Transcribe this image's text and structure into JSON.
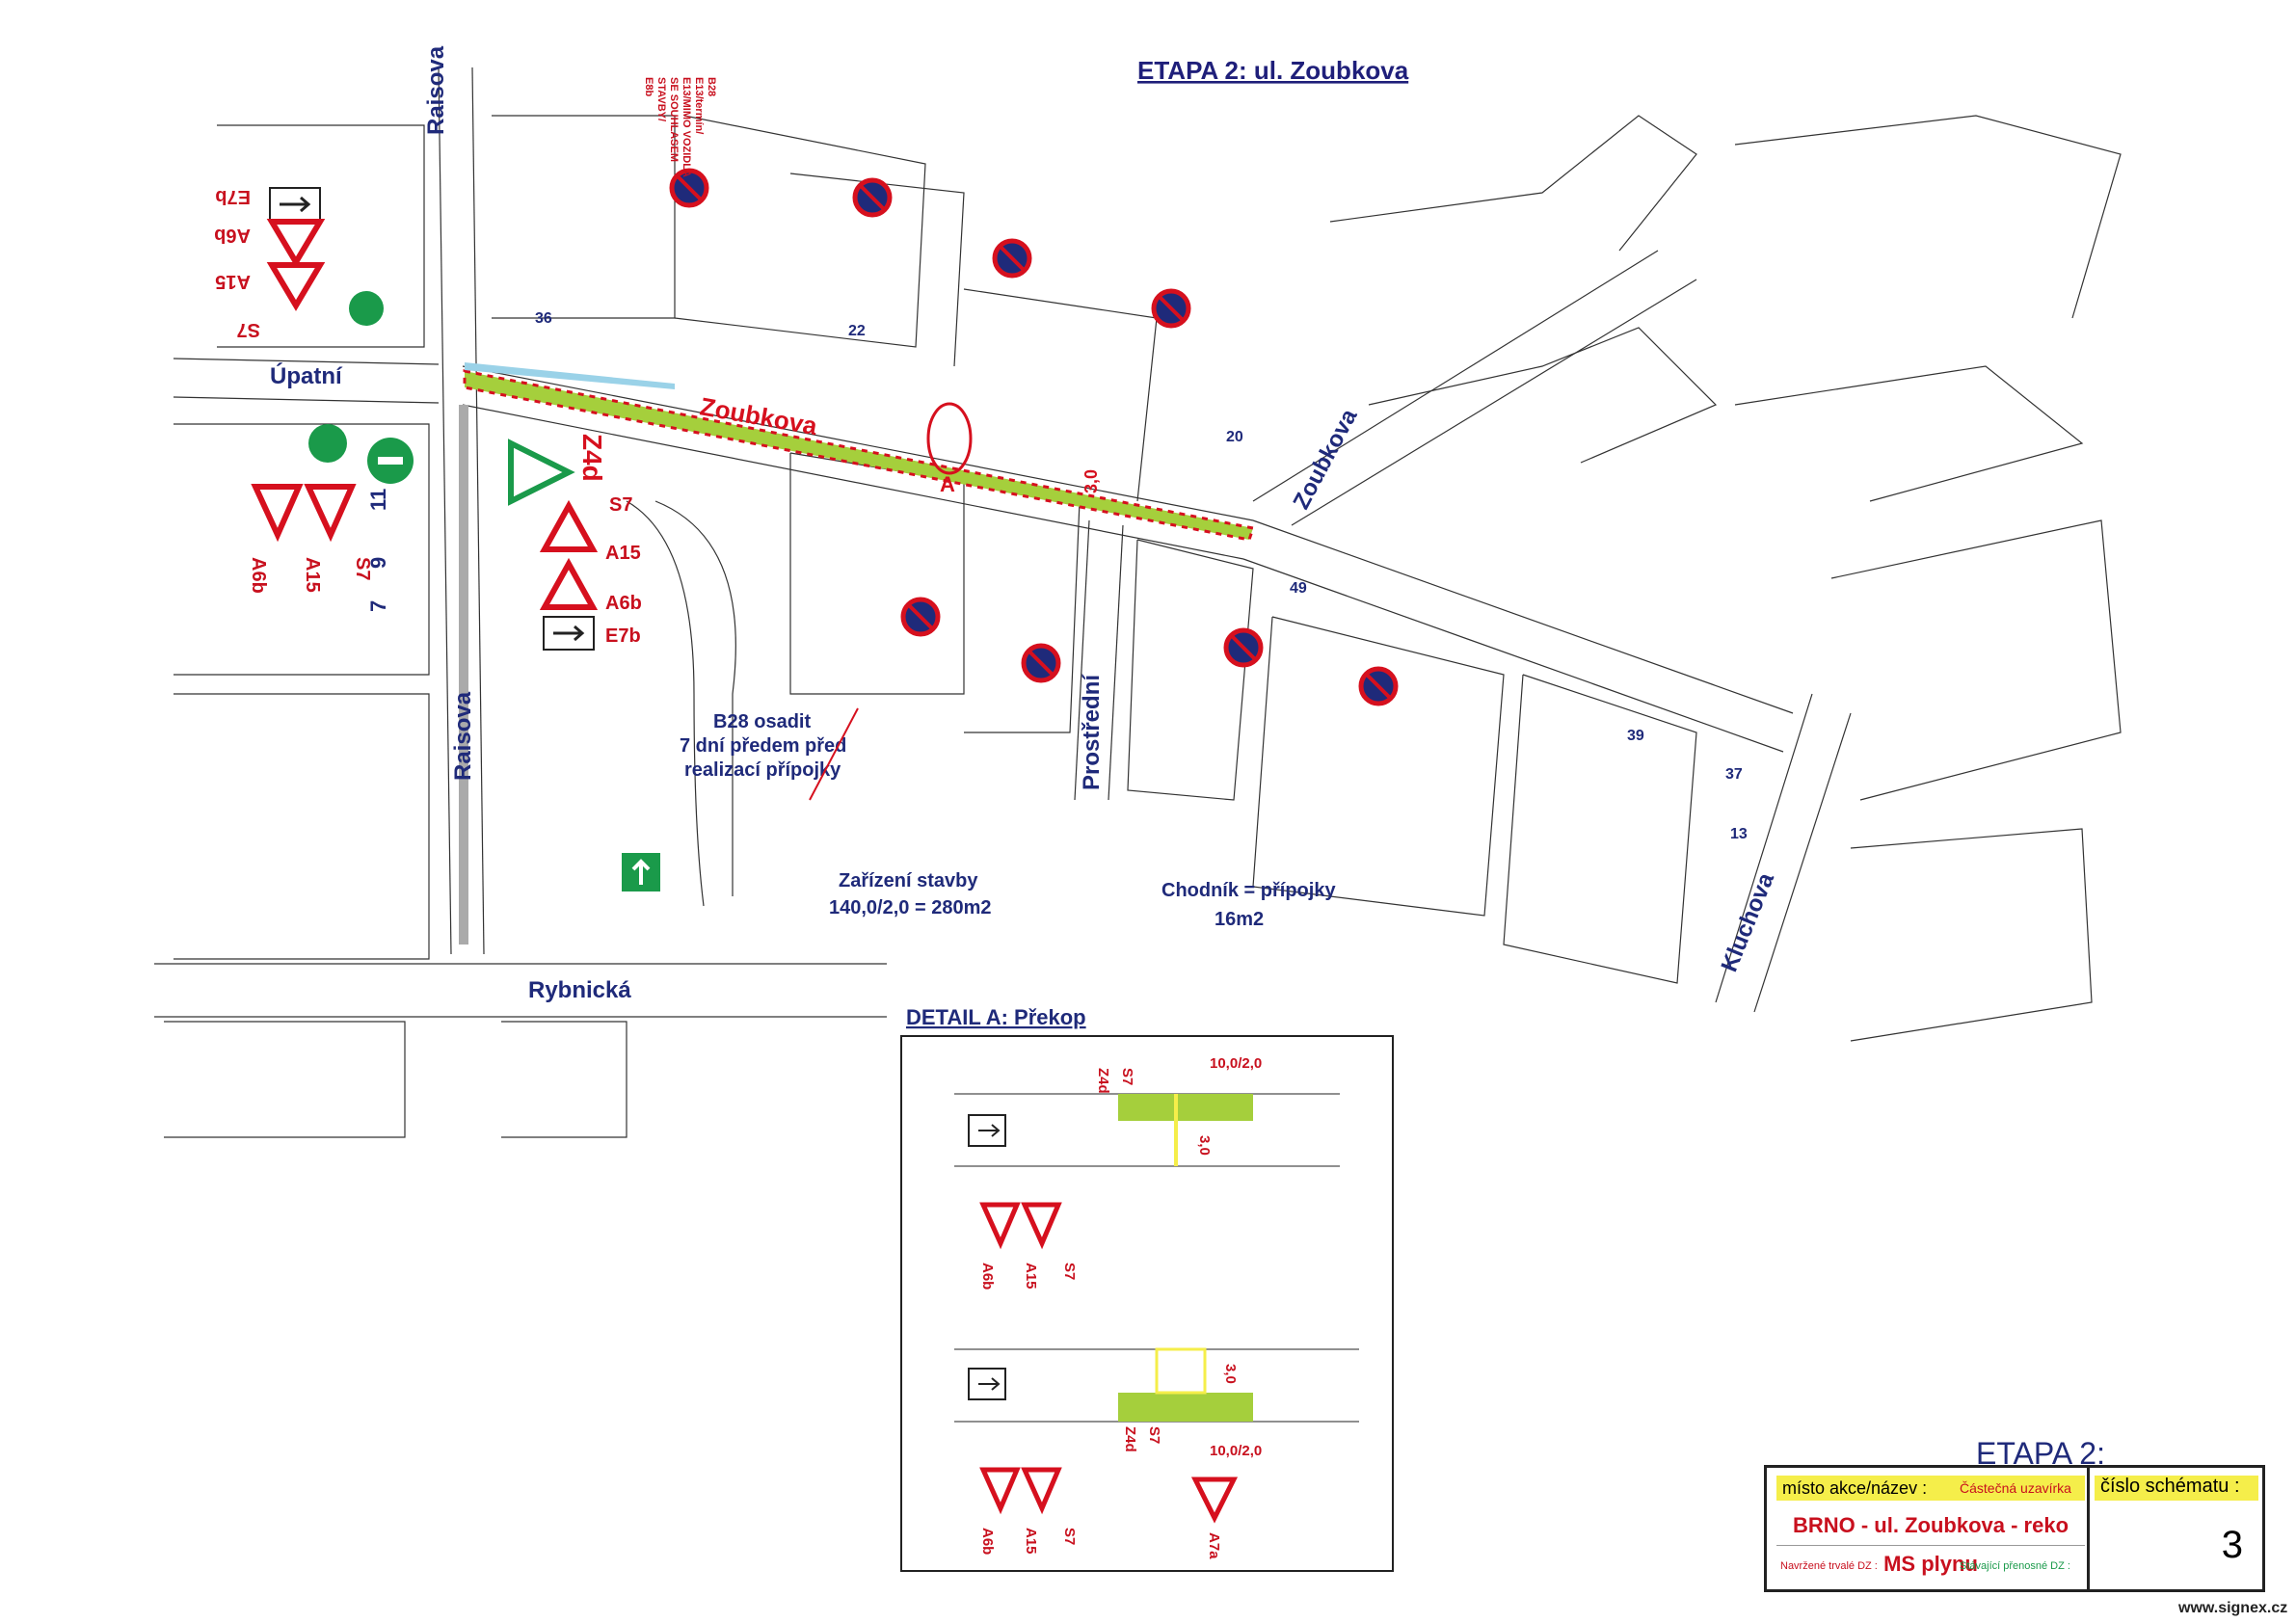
{
  "header": {
    "title": "ETAPA 2: ul. Zoubkova"
  },
  "streets": {
    "raisova_top": "Raisova",
    "raisova_bottom": "Raisova",
    "upatni": "Úpatní",
    "zoubkova_main": "Zoubkova",
    "zoubkova_east": "Zoubkova",
    "prostredni": "Prostřední",
    "rybnicka": "Rybnická",
    "kluchova": "Kluchova"
  },
  "sign_codes": {
    "e7b": "E7b",
    "a6b": "A6b",
    "a15": "A15",
    "s7": "S7",
    "z4d": "Z4d",
    "a15_r": "A15",
    "a6b_r": "A6b",
    "e7b_r": "E7b",
    "s7_r": "S7",
    "a6b_l": "A6b",
    "a15_l": "A15",
    "s7_l": "S7"
  },
  "b28_label": [
    "B28",
    "E13/termín/",
    "E13/MIMO VOZIDLA",
    "SE SOUHLASEM",
    "STAVBY/",
    "E8b"
  ],
  "house_numbers": {
    "n36": "36",
    "n22": "22",
    "n20": "20",
    "n49": "49",
    "n39": "39",
    "n37": "37",
    "n13": "13",
    "n11": "11",
    "n9": "9",
    "n7": "7"
  },
  "detail_marker": "A",
  "dim_30_a": "3,0",
  "notes": {
    "b28_osadit": [
      "B28 osadit",
      "7 dní předem před",
      "realizací přípojky"
    ],
    "zarizeni": [
      "Zařízení stavby",
      "140,0/2,0 = 280m2"
    ],
    "chodnik": [
      "Chodník = přípojky",
      "16m2"
    ]
  },
  "detail": {
    "title": "DETAIL A: Překop",
    "dim_top": "10,0/2,0",
    "dim_top_w": "3,0",
    "dim_bottom": "10,0/2,0",
    "dim_bottom_w": "3,0",
    "codes_top": {
      "z4d": "Z4d",
      "s7": "S7",
      "a6b": "A6b",
      "a15": "A15",
      "s7b": "S7"
    },
    "codes_bottom": {
      "z4d": "Z4d",
      "s7": "S7",
      "a6b": "A6b",
      "a15": "A15",
      "s7b": "S7",
      "a7a": "A7a"
    }
  },
  "stamp": {
    "etapa": "ETAPA 2:",
    "misto_label": "místo  akce/název :",
    "uzavirka": "Částečná uzavírka",
    "cislo_label": "číslo  schématu :",
    "project": "BRNO - ul. Zoubkova - reko MS plynu",
    "number": "3",
    "legend_new": "Navržené trvalé  DZ :",
    "legend_existing": "Stávající přenosné DZ :"
  },
  "website": "www.signex.cz",
  "colors": {
    "red": "#d6101e",
    "blue": "#1f2a7a",
    "green": "#1a9a4a",
    "work": "#a5cf3c",
    "yellow": "#f5ee4a"
  }
}
